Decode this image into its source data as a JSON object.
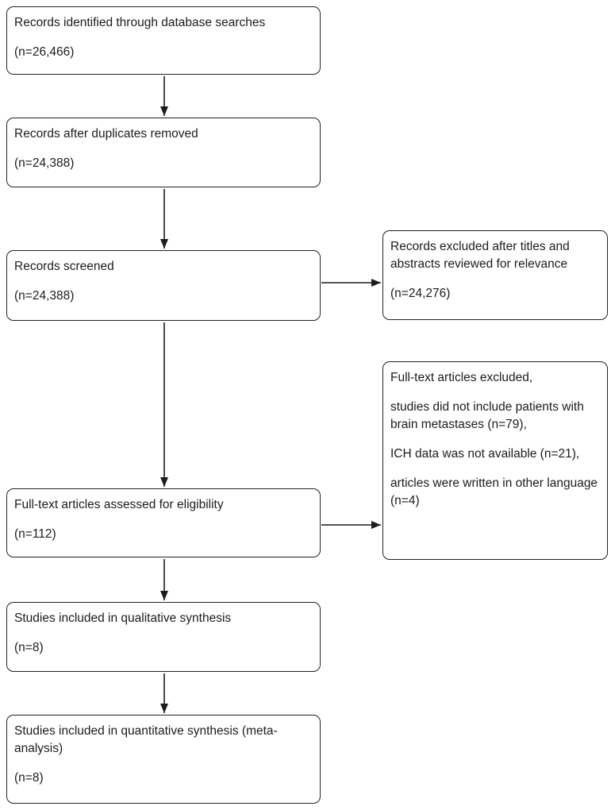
{
  "flow": {
    "left": [
      {
        "text": "Records identified through database searches",
        "count": "(n=26,466)"
      },
      {
        "text": "Records after duplicates removed",
        "count": "(n=24,388)"
      },
      {
        "text": "Records screened",
        "count": "(n=24,388)"
      },
      {
        "text": "Full-text articles assessed for eligibility",
        "count": "(n=112)"
      },
      {
        "text": "Studies included in qualitative synthesis",
        "count": "(n=8)"
      },
      {
        "text": "Studies included in quantitative synthesis (meta-analysis)",
        "count": "(n=8)"
      }
    ],
    "right": [
      {
        "paragraphs": [
          "Records excluded after titles and abstracts reviewed for relevance",
          "(n=24,276)"
        ]
      },
      {
        "paragraphs": [
          "Full-text articles excluded,",
          "studies did not include patients with brain metastases (n=79),",
          "ICH data was not available (n=21),",
          "articles were written in other language (n=4)"
        ]
      }
    ]
  }
}
